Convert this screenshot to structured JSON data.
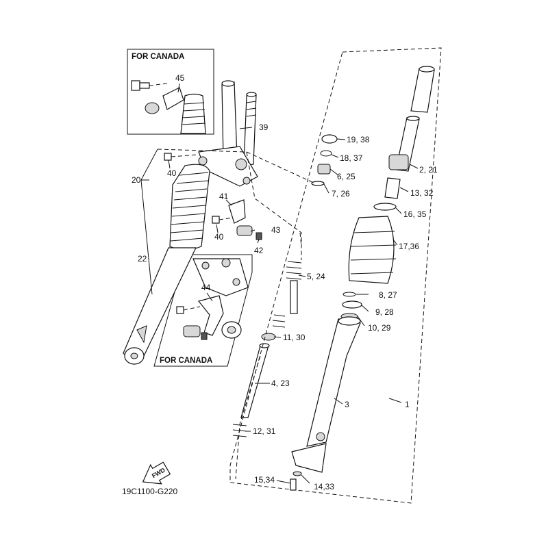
{
  "diagram": {
    "code": "19C1100-G220",
    "fwd_marker": "FWD",
    "insets": {
      "top_left_title": "FOR CANADA",
      "bottom_left_title": "FOR CANADA"
    },
    "callouts": {
      "c1": "1",
      "c2_21": "2, 21",
      "c3": "3",
      "c4_23": "4, 23",
      "c5_24": "5, 24",
      "c6_25": "6, 25",
      "c7_26": "7, 26",
      "c8_27": "8, 27",
      "c9_28": "9, 28",
      "c10_29": "10, 29",
      "c11_30": "11, 30",
      "c12_31": "12, 31",
      "c13_32": "13, 32",
      "c14_33": "14,33",
      "c15_34": "15,34",
      "c16_35": "16, 35",
      "c17_36": "17,36",
      "c18_37": "18, 37",
      "c19_38": "19, 38",
      "c20": "20",
      "c22": "22",
      "c39": "39",
      "c40a": "40",
      "c40b": "40",
      "c41": "41",
      "c42": "42",
      "c43": "43",
      "c44": "44",
      "c45": "45"
    }
  }
}
